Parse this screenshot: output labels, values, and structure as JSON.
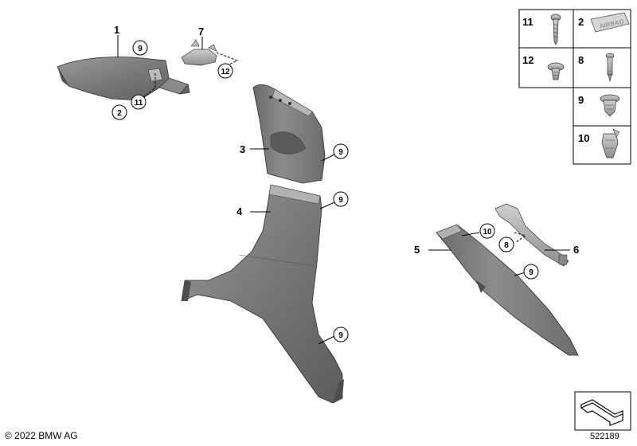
{
  "callouts": {
    "c1": "1",
    "c3": "3",
    "c4": "4",
    "c5": "5",
    "c6": "6",
    "c7": "7"
  },
  "circles": {
    "p1_9": "9",
    "p1_2": "2",
    "p1_11": "11",
    "p7_12": "12",
    "p3_9": "9",
    "p4_9_top": "9",
    "p4_9_bottom": "9",
    "p5_10": "10",
    "p5_8": "8",
    "p5_9": "9"
  },
  "parts_table": {
    "cells": [
      {
        "label": "11",
        "icon": "screw-icon"
      },
      {
        "label": "2",
        "icon": "airbag-badge-icon",
        "badge_text": "AIRBAG"
      },
      {
        "label": "12",
        "icon": "panhead-screw-icon"
      },
      {
        "label": "8",
        "icon": "rivet-icon"
      },
      {
        "label": "9",
        "icon": "push-clip-icon"
      },
      {
        "label": "10",
        "icon": "spring-clip-icon"
      }
    ]
  },
  "footer": {
    "copyright": "© 2022 BMW AG",
    "diagram_id": "522189"
  },
  "colors": {
    "panel_fill": "#7b7b7b",
    "panel_dark": "#5e5e5e",
    "panel_light": "#a4a4a4",
    "line": "#000000"
  }
}
